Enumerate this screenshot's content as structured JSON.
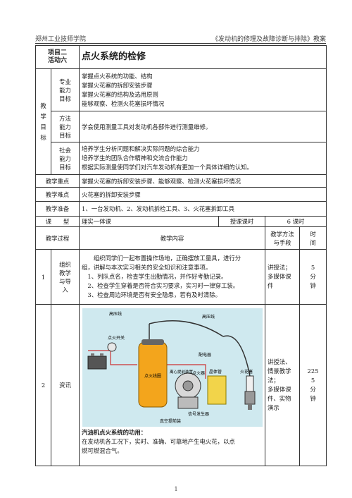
{
  "header": {
    "school": "郑州工业技师学院",
    "course": "《发动机的修理及故障诊断与排除》教案"
  },
  "project": {
    "label1": "项目二",
    "label2": "活动六",
    "title": "点火系统的检修"
  },
  "goals": {
    "label": [
      "教",
      "学",
      "目",
      "标"
    ],
    "professional": {
      "label": [
        "专业",
        "能力",
        "目标"
      ],
      "lines": [
        "掌握点火系统的功能、结构",
        "掌握火花塞的拆卸安装步骤",
        "掌握火花塞的结构及选用原则",
        "能够观察、检测火花塞损坏情况"
      ]
    },
    "method": {
      "label": [
        "方法",
        "能力",
        "目标"
      ],
      "text": "学会使用测量工具对发动机各部件进行测量维修。"
    },
    "social": {
      "label": [
        "社会",
        "能力",
        "目标"
      ],
      "lines": [
        "培养学生分析问题和解决实际问题的综合能力",
        "培养学生的团队合作精神和交流合作能力",
        "根据实际测量使同学们对汽车发动机有更加一个具体详细的认知。"
      ]
    }
  },
  "key_point": {
    "label": "教学重点",
    "text": "掌握火花塞的拆卸安装步骤、能够观察、检测火花塞损坏情况"
  },
  "difficulty": {
    "label": "教学难点",
    "text": "火花塞的拆卸安装步骤"
  },
  "preparation": {
    "label": "教学准备",
    "text": "1、一台发动机、2、发动机拆检工具、3、火花塞拆卸工具"
  },
  "course_type": {
    "label": "课　　型",
    "value": "理实一体课",
    "hours_label": "授课课时",
    "hours_value": "6 课时"
  },
  "process_header": {
    "process": "教学过程",
    "content": "教学内容",
    "method": [
      "教学方法",
      "与手段"
    ],
    "time": [
      "时",
      "间"
    ]
  },
  "step1": {
    "num": "1",
    "name": [
      "组织",
      "教学",
      "与导",
      "入"
    ],
    "lines": [
      "组织同学们一起布置操作场地，正确摆放工量具，进行分",
      "组，讲解与本次实习相关的安全知识和注意事项。",
      "1、列队点名，检查学生出勤情况，并作好考勤记录。",
      "2、检查学生穿着是否符合实习要求，实习时一律穿工装。",
      "3、检查周边环境是否有安全隐患，若有及时清除。"
    ],
    "method": [
      "讲授法；",
      "多媒体课",
      "件"
    ],
    "time": [
      "5",
      "分",
      "钟"
    ]
  },
  "step2": {
    "num": "2",
    "name": "资讯",
    "diagram_labels": {
      "hv_wire_left": "高压线",
      "hv_wire_right": "高压线",
      "ignition_switch": "点火开关",
      "distributor": "配电器",
      "vacuum_advance": "离心提前装置",
      "breaker": "点火器",
      "transistor": "晶体管",
      "spark_plug": "火花塞",
      "coil": "点火线圈",
      "signal_generator": "信号发生器",
      "vacuum_unit": "真空提前装"
    },
    "subtitle": "汽油机点火系统的功用：",
    "desc_lines": [
      "在发动机各工况下，实时、准确、可靠地产生电火花，以点",
      "燃可燃混合气。"
    ],
    "method": [
      "讲授法、",
      "情景教学",
      "法；",
      "多媒体课",
      "件、实物",
      "演示"
    ],
    "time": [
      "225",
      "5",
      "分",
      "钟"
    ]
  },
  "page_number": "1"
}
